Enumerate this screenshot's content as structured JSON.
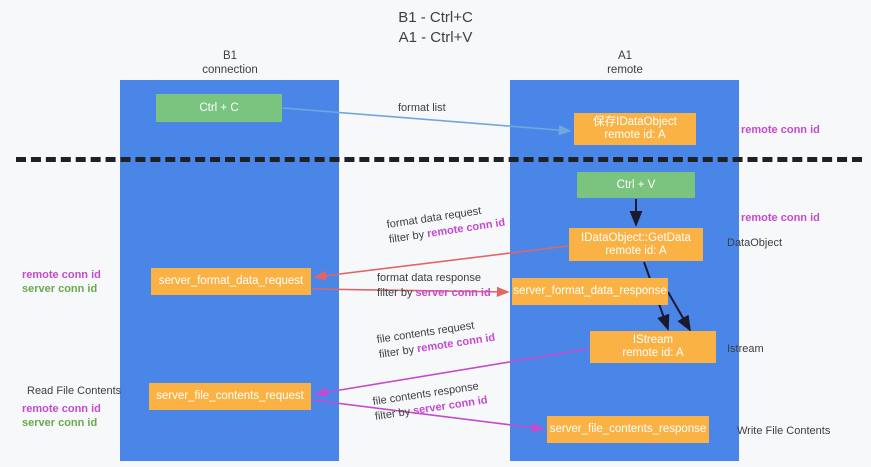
{
  "title": {
    "line1": "B1 - Ctrl+C",
    "line2": "A1 - Ctrl+V"
  },
  "lanes": [
    {
      "id": "b1",
      "name": "B1",
      "sub": "connection",
      "color": "#4a86e8"
    },
    {
      "id": "a1",
      "name": "A1",
      "sub": "remote",
      "color": "#4a86e8"
    }
  ],
  "nodes": {
    "ctrl_c": {
      "label": "Ctrl + C",
      "sub": "",
      "color": "#7bc47f"
    },
    "idataobject": {
      "label": "保存IDataObject",
      "sub": "remote id: A",
      "color": "#fbb244"
    },
    "ctrl_v": {
      "label": "Ctrl + V",
      "sub": "",
      "color": "#7bc47f"
    },
    "getdata": {
      "label": "IDataObject::GetData",
      "sub": "remote id: A",
      "color": "#fbb244"
    },
    "sfd_request": {
      "label": "server_format_data_request",
      "sub": "",
      "color": "#fbb244"
    },
    "sfd_response": {
      "label": "server_format_data_response",
      "sub": "",
      "color": "#fbb244"
    },
    "istream": {
      "label": "IStream",
      "sub": "remote id: A",
      "color": "#fbb244"
    },
    "sfc_request": {
      "label": "server_file_contents_request",
      "sub": "",
      "color": "#fbb244"
    },
    "sfc_response": {
      "label": "server_file_contents_response",
      "sub": "",
      "color": "#fbb244"
    }
  },
  "edges": {
    "format_list": {
      "line1": "format list",
      "line2": "",
      "line2_hl": "",
      "color": "#6fa8dc"
    },
    "fd_request": {
      "line1": "format data request",
      "line2": "filter by ",
      "line2_hl": "remote conn id",
      "color": "#e06666"
    },
    "fd_response": {
      "line1": "format data response",
      "line2": "filter by ",
      "line2_hl": "server conn id",
      "color": "#e06666"
    },
    "fc_request": {
      "line1": "file contents request",
      "line2": "filter by ",
      "line2_hl": "remote conn id",
      "color": "#c44ad0"
    },
    "fc_response": {
      "line1": "file contents response",
      "line2": "filter by ",
      "line2_hl": "server conn id",
      "color": "#c44ad0"
    }
  },
  "annotations": {
    "right_remote_conn_1": "remote conn id",
    "right_remote_conn_2": "remote conn id",
    "dataobject": "DataObject",
    "istream": "Istream",
    "write_file_contents": "Write File Contents",
    "left_remote_conn": "remote conn id",
    "left_server_conn": "server conn id",
    "read_file_contents": "Read File Contents",
    "left_remote_conn_2": "remote conn id",
    "left_server_conn_2": "server conn id"
  },
  "colors": {
    "lane_blue": "#4a86e8",
    "node_green": "#7bc47f",
    "node_orange": "#fbb244",
    "arrow_blue": "#6fa8dc",
    "arrow_red": "#e06666",
    "arrow_magenta": "#c44ad0",
    "arrow_black": "#202124",
    "highlight_purple": "#c44ad0",
    "highlight_green": "#6aa84f",
    "background": "#f7f8f9"
  }
}
